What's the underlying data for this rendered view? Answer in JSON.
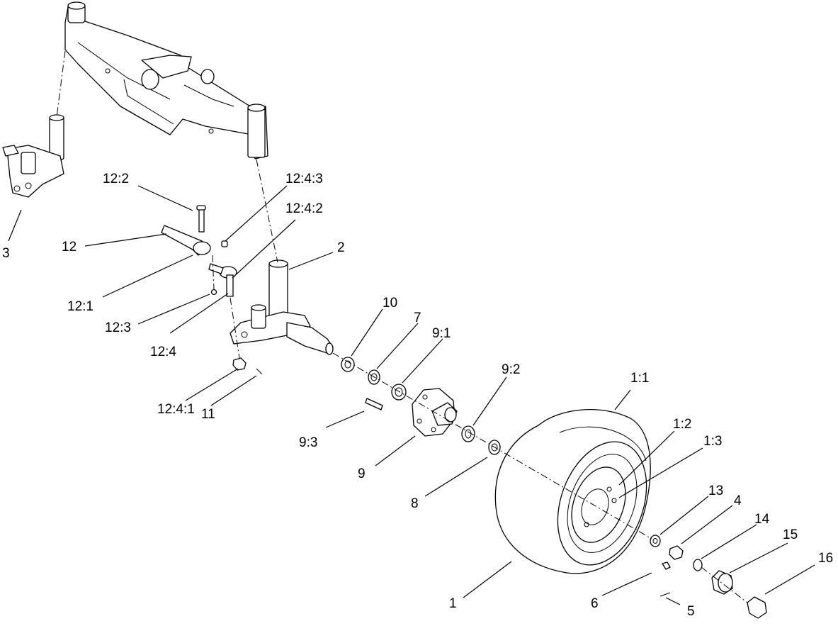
{
  "callouts": [
    {
      "id": "c-1",
      "text": "1"
    },
    {
      "id": "c-1-1",
      "text": "1:1"
    },
    {
      "id": "c-1-2",
      "text": "1:2"
    },
    {
      "id": "c-1-3",
      "text": "1:3"
    },
    {
      "id": "c-2",
      "text": "2"
    },
    {
      "id": "c-3",
      "text": "3"
    },
    {
      "id": "c-4",
      "text": "4"
    },
    {
      "id": "c-5",
      "text": "5"
    },
    {
      "id": "c-6",
      "text": "6"
    },
    {
      "id": "c-7",
      "text": "7"
    },
    {
      "id": "c-8",
      "text": "8"
    },
    {
      "id": "c-9",
      "text": "9"
    },
    {
      "id": "c-9-1",
      "text": "9:1"
    },
    {
      "id": "c-9-2",
      "text": "9:2"
    },
    {
      "id": "c-9-3",
      "text": "9:3"
    },
    {
      "id": "c-10",
      "text": "10"
    },
    {
      "id": "c-11",
      "text": "11"
    },
    {
      "id": "c-12",
      "text": "12"
    },
    {
      "id": "c-12-1",
      "text": "12:1"
    },
    {
      "id": "c-12-2",
      "text": "12:2"
    },
    {
      "id": "c-12-3",
      "text": "12:3"
    },
    {
      "id": "c-12-4",
      "text": "12:4"
    },
    {
      "id": "c-12-4-1",
      "text": "12:4:1"
    },
    {
      "id": "c-12-4-2",
      "text": "12:4:2"
    },
    {
      "id": "c-12-4-3",
      "text": "12:4:3"
    },
    {
      "id": "c-13",
      "text": "13"
    },
    {
      "id": "c-14",
      "text": "14"
    },
    {
      "id": "c-15",
      "text": "15"
    },
    {
      "id": "c-16",
      "text": "16"
    }
  ]
}
